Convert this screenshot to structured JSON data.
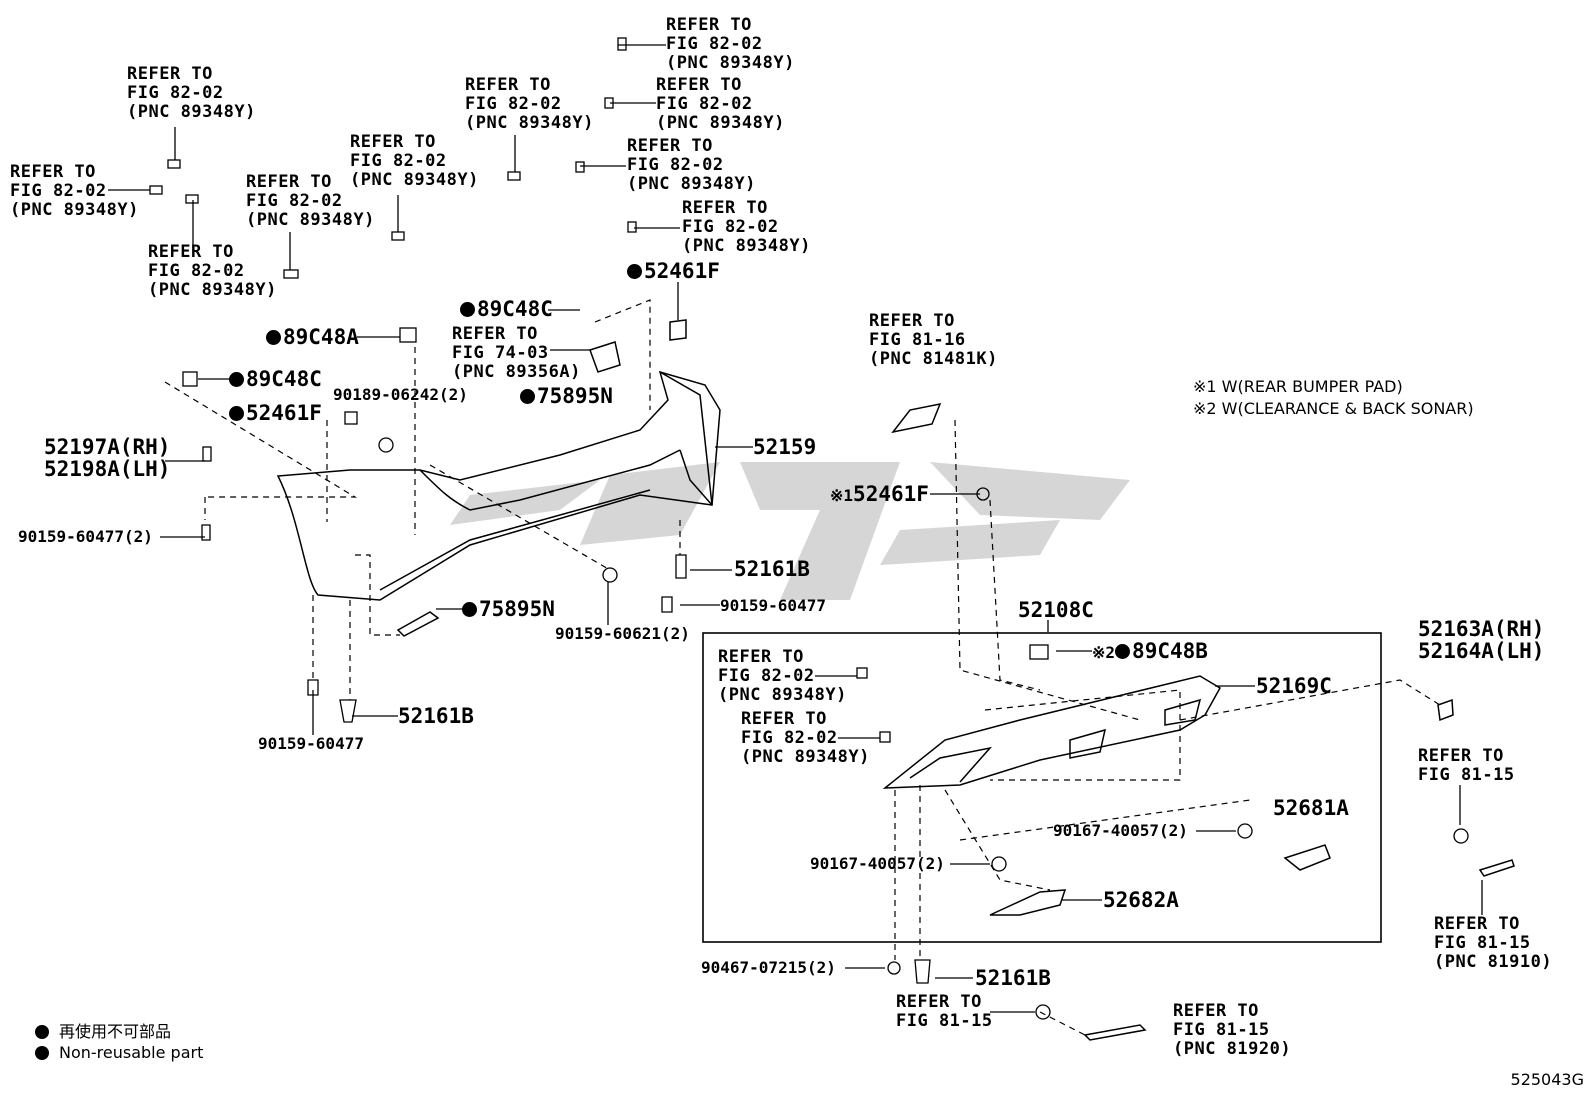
{
  "refer": {
    "r1": [
      "REFER TO",
      "FIG 82-02",
      "(PNC 89348Y)"
    ],
    "r2": [
      "REFER TO",
      "FIG 82-02",
      "(PNC 89348Y)"
    ],
    "r3": [
      "REFER TO",
      "FIG 82-02",
      "(PNC 89348Y)"
    ],
    "r4": [
      "REFER TO",
      "FIG 82-02",
      "(PNC 89348Y)"
    ],
    "r5": [
      "REFER TO",
      "FIG 82-02",
      "(PNC 89348Y)"
    ],
    "r6": [
      "REFER TO",
      "FIG 82-02",
      "(PNC 89348Y)"
    ],
    "r7": [
      "REFER TO",
      "FIG 82-02",
      "(PNC 89348Y)"
    ],
    "r8": [
      "REFER TO",
      "FIG 82-02",
      "(PNC 89348Y)"
    ],
    "r9": [
      "REFER TO",
      "FIG 82-02",
      "(PNC 89348Y)"
    ],
    "r10": [
      "REFER TO",
      "FIG 82-02",
      "(PNC 89348Y)"
    ],
    "r11": [
      "REFER TO",
      "FIG 74-03",
      "(PNC 89356A)"
    ],
    "r12": [
      "REFER TO",
      "FIG 81-16",
      "(PNC 81481K)"
    ],
    "r13": [
      "REFER TO",
      "FIG 82-02",
      "(PNC 89348Y)"
    ],
    "r14": [
      "REFER TO",
      "FIG 82-02",
      "(PNC 89348Y)"
    ],
    "r15": [
      "REFER TO",
      "FIG 81-15"
    ],
    "r16": [
      "REFER TO",
      "FIG 81-15",
      "(PNC 81910)"
    ],
    "r17": [
      "REFER TO",
      "FIG 81-15"
    ],
    "r18": [
      "REFER TO",
      "FIG 81-15",
      "(PNC 81920)"
    ]
  },
  "parts": {
    "p52461F_top": "52461F",
    "p89C48C_top": "89C48C",
    "p89C48A": "89C48A",
    "p89C48C_left": "89C48C",
    "p52461F_left": "52461F",
    "p90189": "90189-06242(2)",
    "p75895N_top": "75895N",
    "p52159": "52159",
    "p52197A": "52197A(RH)",
    "p52198A": "52198A(LH)",
    "p90159_60477_2": "90159-60477(2)",
    "p52161B_mid": "52161B",
    "p90159_60477_mid": "90159-60477",
    "p75895N_bot": "75895N",
    "p90159_60621": "90159-60621(2)",
    "p52161B_left": "52161B",
    "p90159_60477_bot": "90159-60477",
    "p52461F_x1": "52461F",
    "p52108C": "52108C",
    "p89C48B": "89C48B",
    "p52169C": "52169C",
    "p52163A": "52163A(RH)",
    "p52164A": "52164A(LH)",
    "p90167_a": "90167-40057(2)",
    "p52681A": "52681A",
    "p90167_b": "90167-40057(2)",
    "p52682A": "52682A",
    "p90467": "90467-07215(2)",
    "p52161B_bot": "52161B"
  },
  "marks": {
    "x1": "※1",
    "x2": "※2"
  },
  "notes": {
    "n1": "※1 W(REAR BUMPER PAD)",
    "n2": "※2 W(CLEARANCE & BACK SONAR)"
  },
  "legend": {
    "jp": "再使用不可部品",
    "en": "Non-reusable part"
  },
  "illustration_code": "525043G",
  "colors": {
    "line": "#000000",
    "watermark": "#c8c8c8"
  }
}
